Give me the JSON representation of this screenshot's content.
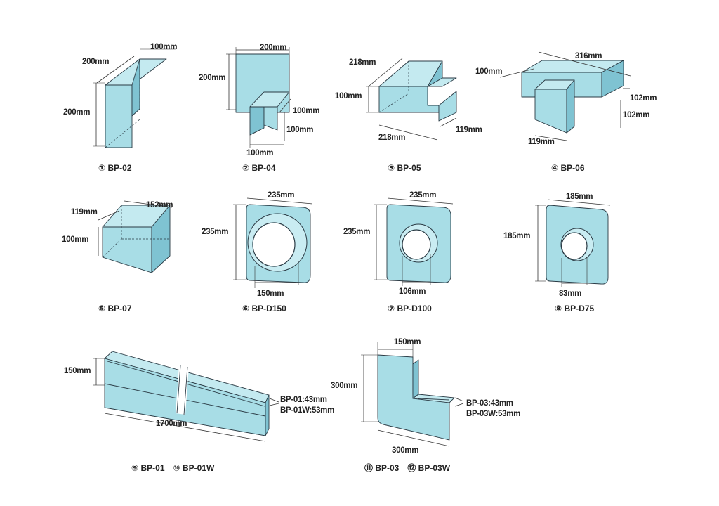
{
  "parts": [
    {
      "caption": "① BP-02",
      "dims": [
        "100mm",
        "200mm",
        "200mm"
      ]
    },
    {
      "caption": "② BP-04",
      "dims": [
        "200mm",
        "200mm",
        "100mm",
        "100mm",
        "100mm"
      ]
    },
    {
      "caption": "③ BP-05",
      "dims": [
        "218mm",
        "100mm",
        "218mm",
        "119mm"
      ]
    },
    {
      "caption": "④ BP-06",
      "dims": [
        "316mm",
        "100mm",
        "102mm",
        "102mm",
        "119mm"
      ]
    },
    {
      "caption": "⑤ BP-07",
      "dims": [
        "152mm",
        "119mm",
        "100mm"
      ]
    },
    {
      "caption": "⑥ BP-D150",
      "dims": [
        "235mm",
        "235mm",
        "150mm"
      ]
    },
    {
      "caption": "⑦ BP-D100",
      "dims": [
        "235mm",
        "235mm",
        "106mm"
      ]
    },
    {
      "caption": "⑧ BP-D75",
      "dims": [
        "185mm",
        "185mm",
        "83mm"
      ]
    },
    {
      "caption": "⑨ BP-01　⑩ BP-01W",
      "dims": [
        "150mm",
        "1700mm",
        "BP-01:43mm",
        "BP-01W:53mm"
      ]
    },
    {
      "caption": "⑪ BP-03　⑫ BP-03W",
      "dims": [
        "150mm",
        "300mm",
        "300mm",
        "BP-03:43mm",
        "BP-03W:53mm"
      ]
    }
  ],
  "colors": {
    "face": "#a8dde6",
    "face_dark": "#7fc3d2",
    "face_light": "#c4eaf0",
    "outline": "#2a3a44"
  }
}
